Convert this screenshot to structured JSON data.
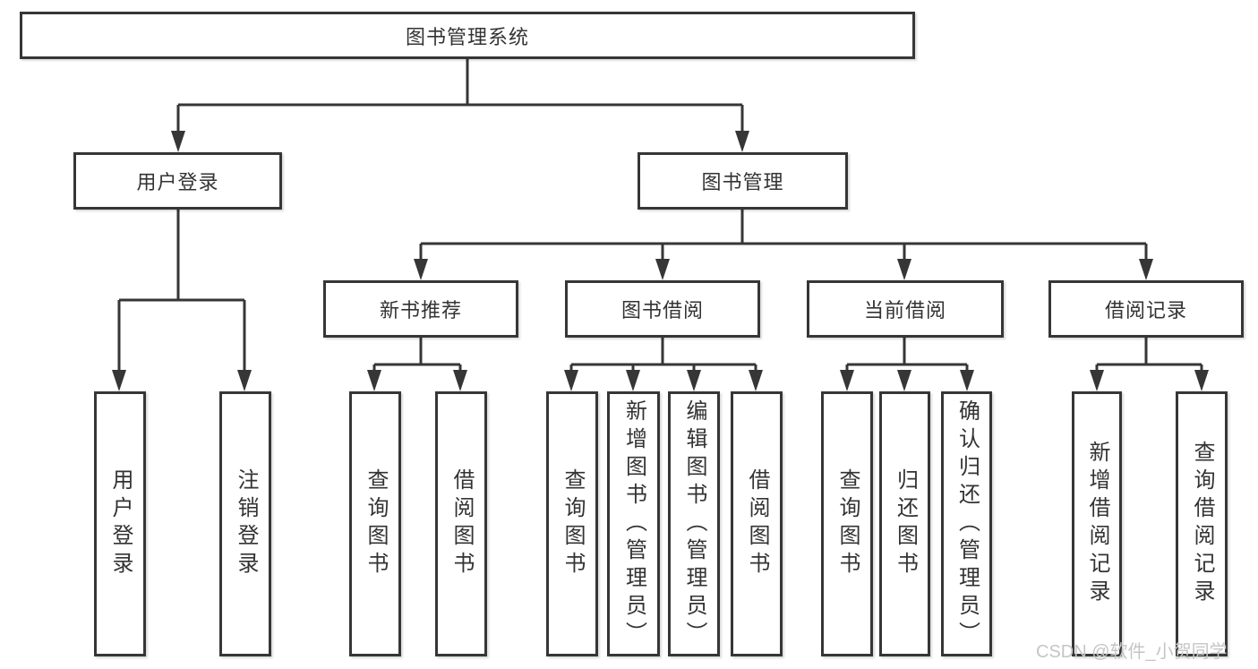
{
  "diagram": {
    "root": {
      "label": "图书管理系统"
    },
    "branches": [
      {
        "label": "用户登录",
        "children": [
          {
            "label": "用户登录"
          },
          {
            "label": "注销登录"
          }
        ]
      },
      {
        "label": "图书管理",
        "groups": [
          {
            "label": "新书推荐",
            "children": [
              {
                "label": "查询图书"
              },
              {
                "label": "借阅图书"
              }
            ]
          },
          {
            "label": "图书借阅",
            "children": [
              {
                "label": "查询图书"
              },
              {
                "label": "新增图书（管理员）"
              },
              {
                "label": "编辑图书（管理员）"
              },
              {
                "label": "借阅图书"
              }
            ]
          },
          {
            "label": "当前借阅",
            "children": [
              {
                "label": "查询图书"
              },
              {
                "label": "归还图书"
              },
              {
                "label": "确认归还（管理员）"
              }
            ]
          },
          {
            "label": "借阅记录",
            "children": [
              {
                "label": "新增借阅记录"
              },
              {
                "label": "查询借阅记录"
              }
            ]
          }
        ]
      }
    ],
    "watermark": "CSDN @软件_小贺同学",
    "colors": {
      "line": "#363636",
      "text": "#333333",
      "background": "#ffffff",
      "watermark": "#c5c5c5"
    }
  }
}
